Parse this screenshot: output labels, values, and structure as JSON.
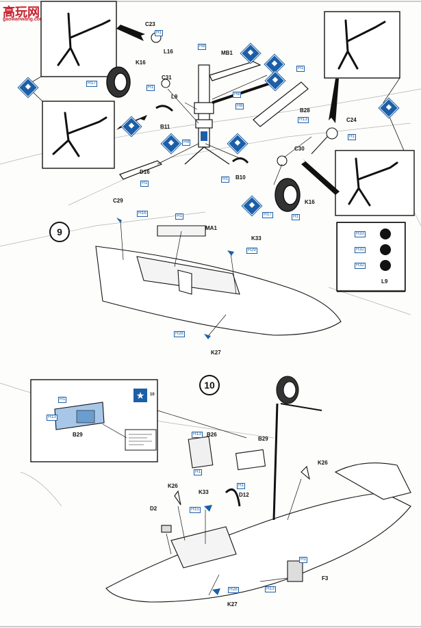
{
  "watermark": {
    "chars": "高玩网",
    "url": "gaowanwang.com"
  },
  "steps": {
    "step9": "9",
    "step10": "10"
  },
  "step8_labels": {
    "c23": "C23",
    "h1_a": "H1",
    "k16_a": "K16",
    "h17_a": "H17",
    "l16": "L16",
    "h8_a": "H8",
    "mb1": "MB1",
    "c31": "C31",
    "h1_b": "H1",
    "l9_a": "L9",
    "h8_b": "H8",
    "h8_c": "H8",
    "b11": "B11",
    "h9": "H9",
    "b28": "B28",
    "h13": "H13",
    "h1_c": "H1",
    "c24": "C24",
    "h1_d": "H1",
    "c30": "C30",
    "d16": "D16",
    "h1_e": "H1",
    "h1_f": "H1",
    "b10": "B10",
    "k16_b": "K16",
    "h17_b": "H17",
    "h1_g": "H1"
  },
  "step9_labels": {
    "c29": "C29",
    "h16": "H16",
    "h1": "H1",
    "ma1": "MA1",
    "k33": "K33",
    "h29": "H29",
    "h28": "H28",
    "k27": "K27"
  },
  "l9_box": {
    "title": "L9",
    "h_a": "H33",
    "h_b": "H32",
    "h_c": "H32"
  },
  "step10_labels": {
    "h1_a": "H1",
    "h13_a": "H13",
    "b29_a": "B29",
    "star_num": "10",
    "h13_b": "H13",
    "b26": "B26",
    "h1_b": "H1",
    "b29_b": "B29",
    "k26_a": "K26",
    "k26_b": "K26",
    "k33": "K33",
    "h15": "H15",
    "d12": "D12",
    "d2": "D2",
    "h1_c": "H1",
    "h1_d": "H1",
    "h13_c": "H13",
    "f3": "F3",
    "h28": "H28",
    "k27": "K27"
  },
  "colors": {
    "accent_blue": "#1c5fa8",
    "ink": "#111111",
    "watermark_red": "#c8202e"
  }
}
